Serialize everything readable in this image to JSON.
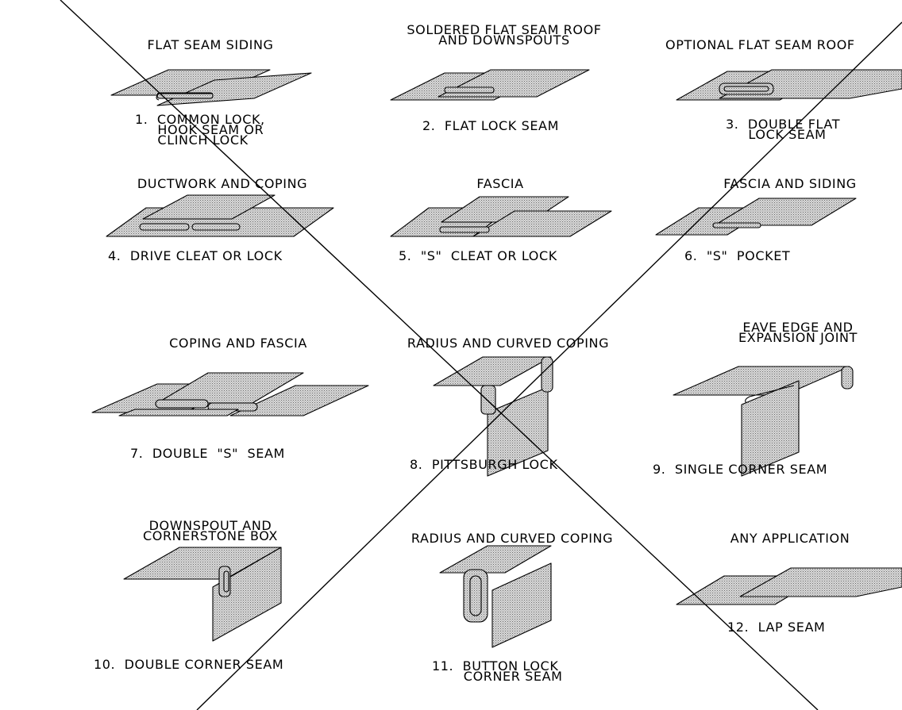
{
  "diagram": {
    "panels": [
      {
        "title": "FLAT SEAM SIDING",
        "caption": "1.  COMMON LOCK,\n     HOOK SEAM OR\n     CLINCH LOCK"
      },
      {
        "title": "SOLDERED FLAT SEAM ROOF\nAND DOWNSPOUTS",
        "caption": "2.  FLAT LOCK SEAM"
      },
      {
        "title": "OPTIONAL FLAT SEAM ROOF",
        "caption": "3.  DOUBLE FLAT\n     LOCK SEAM"
      },
      {
        "title": "DUCTWORK AND COPING",
        "caption": "4.  DRIVE CLEAT OR LOCK"
      },
      {
        "title": "FASCIA",
        "caption": "5.  \"S\"  CLEAT OR LOCK"
      },
      {
        "title": "FASCIA AND SIDING",
        "caption": "6.  \"S\"  POCKET"
      },
      {
        "title": "COPING AND FASCIA",
        "caption": "7.  DOUBLE  \"S\"  SEAM"
      },
      {
        "title": "RADIUS AND CURVED COPING",
        "caption": "8.  PITTSBURGH LOCK"
      },
      {
        "title": "EAVE EDGE AND\nEXPANSION JOINT",
        "caption": "9.  SINGLE CORNER SEAM"
      },
      {
        "title": "DOWNSPOUT AND\nCORNERSTONE BOX",
        "caption": "10.  DOUBLE CORNER SEAM"
      },
      {
        "title": "RADIUS AND CURVED COPING",
        "caption": "11.  BUTTON LOCK\n       CORNER SEAM"
      },
      {
        "title": "ANY APPLICATION",
        "caption": "12.  LAP SEAM"
      }
    ],
    "colors": {
      "ink": "#000000",
      "sheet_fill": "#bdbdbd",
      "background": "#ffffff"
    }
  }
}
